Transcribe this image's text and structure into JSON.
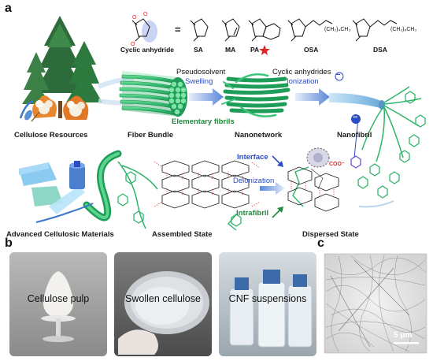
{
  "panels": {
    "a": "a",
    "b": "b",
    "c": "c"
  },
  "molecules": {
    "cyclic_anhydride": "Cyclic anhydride",
    "equals": "=",
    "items": [
      "SA",
      "MA",
      "PA",
      "OSA",
      "DSA"
    ],
    "osa_chain": "(CH₂)₄CH₃",
    "dsa_chain": "(CH₂)₆CH₃"
  },
  "stages": {
    "cellulose_resources": "Cellulose Resources",
    "fiber_bundle": "Fiber Bundle",
    "nanonetwork": "Nanonetwork",
    "nanofibril": "Nanofibril",
    "elementary_fibrils": "Elementary fibrils",
    "advanced_materials": "Advanced Cellulosic Materials",
    "assembled_state": "Assembled State",
    "dispersed_state": "Dispersed State"
  },
  "process": {
    "pseudosolvent": "Pseudosolvent",
    "swelling": "Swelling",
    "cyclic_anhydrides": "Cyclic anhydrides",
    "ionization": "Ionization",
    "interface": "Interface",
    "deionization": "Deionization",
    "intrafibril": "Intrafibril",
    "coo_minus": "COO⁻",
    "minus": "−"
  },
  "photos": {
    "pulp": "Cellulose pulp",
    "swollen": "Swollen cellulose",
    "cnf": "CNF suspensions"
  },
  "micrograph": {
    "scale_bar": "5 μm"
  },
  "colors": {
    "fibril_green": "#2fb56b",
    "process_blue": "#2b4cc4",
    "process_green": "#1e8a3a",
    "star_red": "#e0262a",
    "nanofibril_blue": "#8fc2e8"
  }
}
